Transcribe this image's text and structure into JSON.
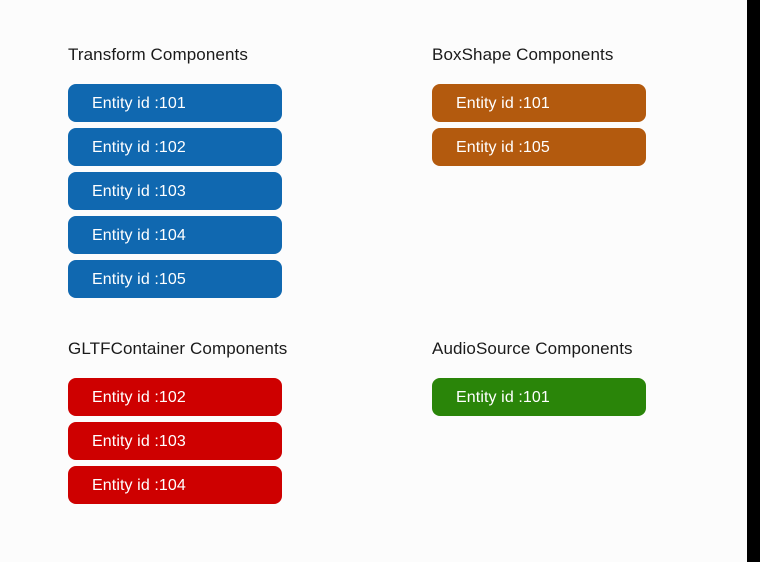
{
  "theme": {
    "background": "#fcfcfc",
    "edge_bar": "#000000",
    "title_color": "#1a1a1a",
    "chip_text_color": "#ffffff",
    "blue": "#1068b0",
    "orange": "#b35a0e",
    "red": "#ce0000",
    "green": "#2a8509"
  },
  "groups": {
    "transform": {
      "title": "Transform Components",
      "color": "#1068b0",
      "entities": [
        "Entity id :101",
        "Entity id :102",
        "Entity id :103",
        "Entity id :104",
        "Entity id :105"
      ]
    },
    "boxshape": {
      "title": "BoxShape Components",
      "color": "#b35a0e",
      "entities": [
        "Entity id :101",
        "Entity id :105"
      ]
    },
    "gltfcontainer": {
      "title": "GLTFContainer Components",
      "color": "#ce0000",
      "entities": [
        "Entity id :102",
        "Entity id :103",
        "Entity id :104"
      ]
    },
    "audiosource": {
      "title": "AudioSource Components",
      "color": "#2a8509",
      "entities": [
        "Entity id :101"
      ]
    }
  }
}
